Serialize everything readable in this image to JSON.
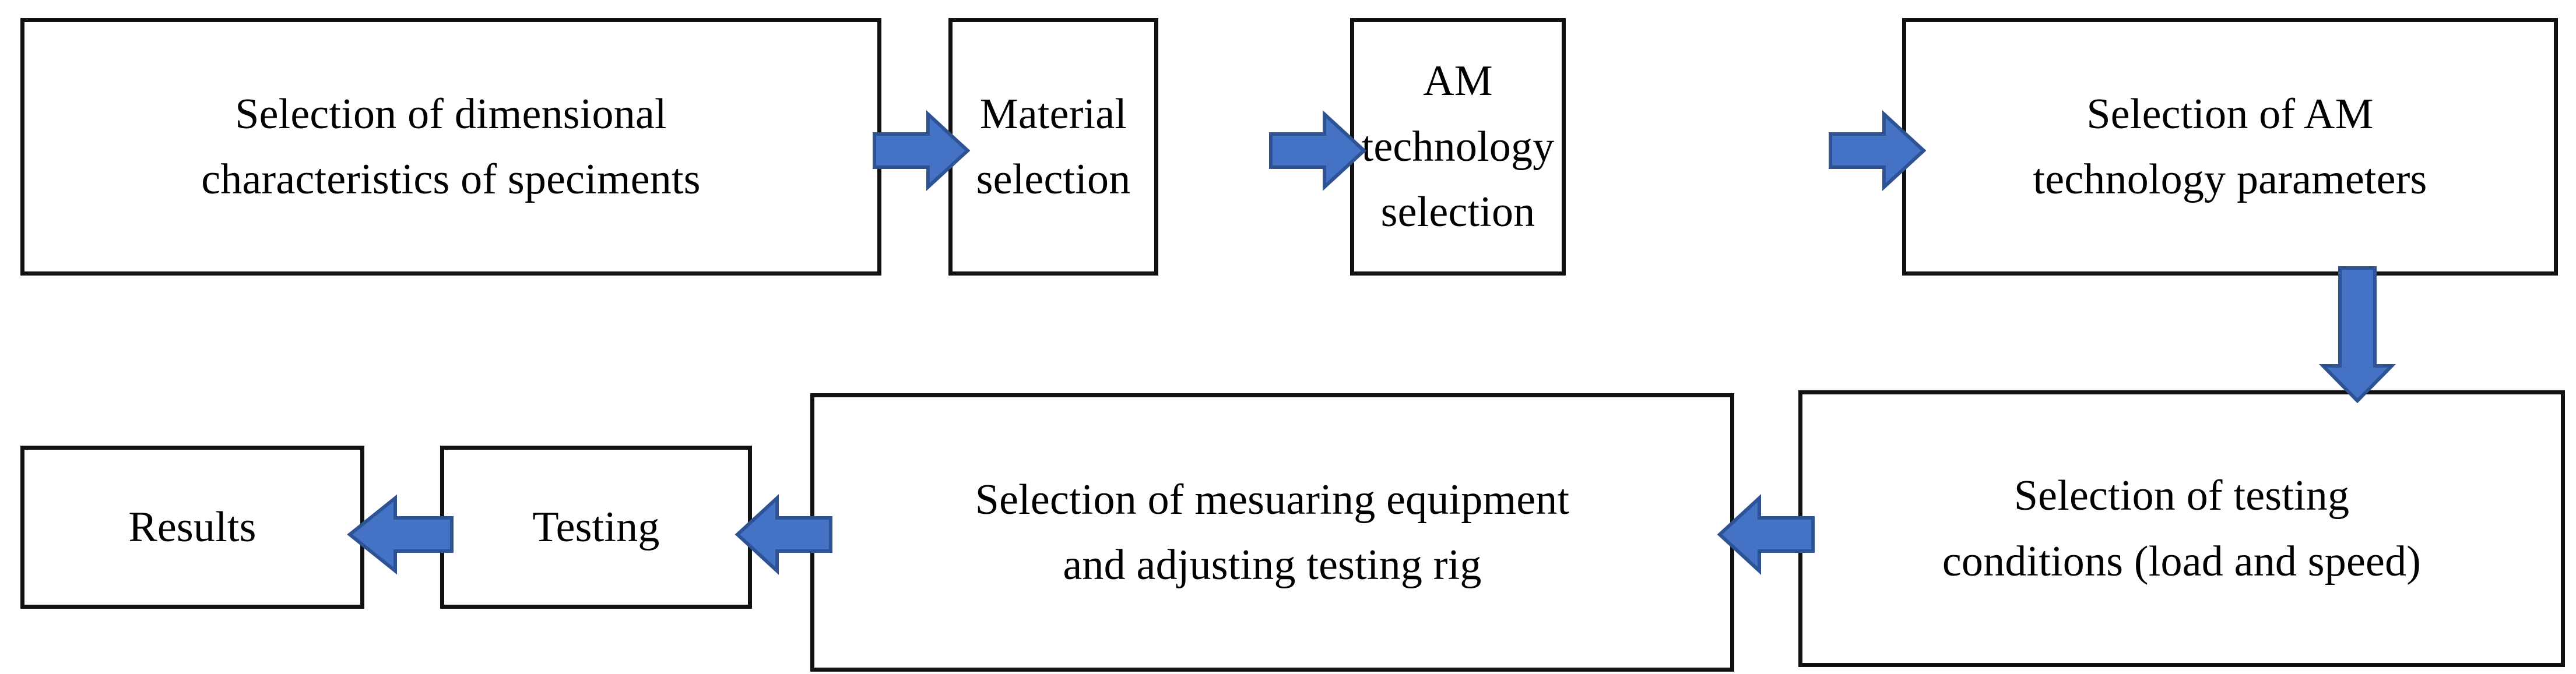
{
  "diagram": {
    "title": "Experimental procedure flowchart",
    "colors": {
      "arrow_fill": "#4472C4",
      "arrow_stroke": "#2E5395",
      "box_border": "#111111",
      "box_fill": "#FFFFFF",
      "text": "#000000"
    },
    "nodes": [
      {
        "id": "dimensional",
        "label": "Selection of dimensional\ncharacteristics of speciments"
      },
      {
        "id": "material",
        "label": "Material\nselection"
      },
      {
        "id": "amtech",
        "label": "AM technology\nselection"
      },
      {
        "id": "amparams",
        "label": "Selection of AM\ntechnology parameters"
      },
      {
        "id": "conditions",
        "label": "Selection of testing\nconditions (load and speed)"
      },
      {
        "id": "measuring",
        "label": "Selection of mesuaring equipment\nand adjusting testing rig"
      },
      {
        "id": "testing",
        "label": "Testing"
      },
      {
        "id": "results",
        "label": "Results"
      }
    ],
    "arrows": [
      {
        "id": "dim-to-material",
        "direction": "right",
        "from": "dimensional",
        "to": "material"
      },
      {
        "id": "material-to-amtech",
        "direction": "right",
        "from": "material",
        "to": "amtech"
      },
      {
        "id": "amtech-to-params",
        "direction": "right",
        "from": "amtech",
        "to": "amparams"
      },
      {
        "id": "params-to-cond",
        "direction": "down",
        "from": "amparams",
        "to": "conditions"
      },
      {
        "id": "cond-to-measuring",
        "direction": "left",
        "from": "conditions",
        "to": "measuring"
      },
      {
        "id": "measuring-to-test",
        "direction": "left",
        "from": "measuring",
        "to": "testing"
      },
      {
        "id": "test-to-results",
        "direction": "left",
        "from": "testing",
        "to": "results"
      }
    ]
  }
}
